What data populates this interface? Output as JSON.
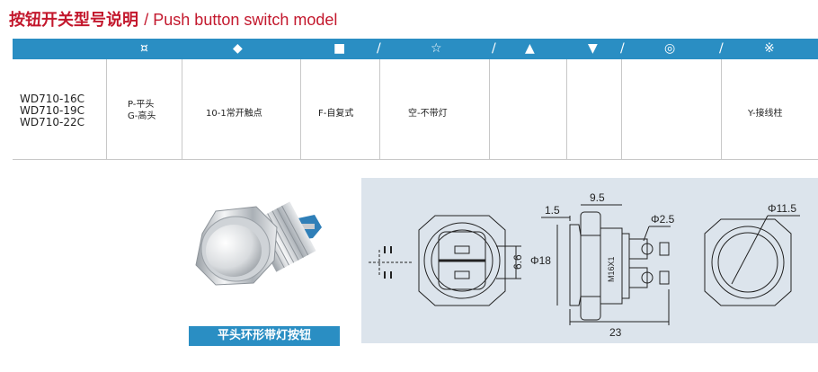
{
  "title": {
    "cn": "按钮开关型号说明",
    "en": "/ Push button switch model"
  },
  "header": {
    "symbols": [
      "¤",
      "◆",
      "■",
      "/",
      "☆",
      "/",
      "▲",
      "▼",
      "/",
      "◎",
      "/",
      "※"
    ]
  },
  "row": {
    "models": [
      "WD710-16C",
      "WD710-19C",
      "WD710-22C"
    ],
    "head_types": [
      "P-平头",
      "G-高头"
    ],
    "contact": "10-1常开触点",
    "action": "F-自复式",
    "light": "空-不带灯",
    "terminal": "Y-接线柱"
  },
  "caption": "平头环形带灯按钮",
  "drawing": {
    "dims": {
      "d1": "1.5",
      "d2": "9.5",
      "d3": "Φ2.5",
      "d4": "Φ18",
      "d5": "6.6",
      "d6": "M16X1",
      "d7": "23",
      "d8": "Φ11.5"
    }
  },
  "colors": {
    "title": "#c3182d",
    "accent": "#2a8ec3",
    "drawing_bg": "#dce4ec"
  }
}
